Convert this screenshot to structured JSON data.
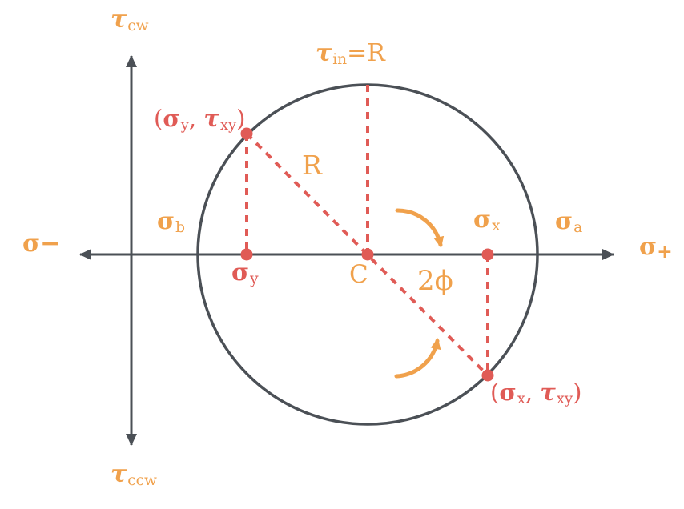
{
  "figure": {
    "type": "mohr-circle-diagram",
    "colors": {
      "accent_orange": "#F0A14C",
      "accent_red": "#E05B56",
      "axis_gray": "#4B5056",
      "background": "#FFFFFF"
    }
  },
  "axes": {
    "tau_cw": {
      "symbol": "τ",
      "subscript": "cw"
    },
    "tau_ccw": {
      "symbol": "τ",
      "subscript": "ccw"
    },
    "sigma_minus": {
      "symbol": "σ",
      "sign": "−"
    },
    "sigma_plus": {
      "symbol": "σ",
      "sign": "+"
    }
  },
  "labels": {
    "tau_in_r": {
      "symbol": "τ",
      "subscript": "in",
      "equals": "=R"
    },
    "radius": {
      "text": "R"
    },
    "center": {
      "text": "C"
    },
    "angle": {
      "text": "2ϕ"
    },
    "sigma_b": {
      "symbol": "σ",
      "subscript": "b"
    },
    "sigma_a": {
      "symbol": "σ",
      "subscript": "a"
    },
    "sigma_x": {
      "symbol": "σ",
      "subscript": "x"
    },
    "sigma_y": {
      "symbol": "σ",
      "subscript": "y"
    }
  },
  "points": {
    "top": {
      "open": "(",
      "sigma": "σ",
      "sigma_sub": "y",
      "comma": ",",
      "tau": "τ",
      "tau_sub": "xy",
      "close": ")"
    },
    "bottom": {
      "open": "(",
      "sigma": "σ",
      "sigma_sub": "x",
      "comma": ",",
      "tau": "τ",
      "tau_sub": "xy",
      "close": ")"
    }
  }
}
